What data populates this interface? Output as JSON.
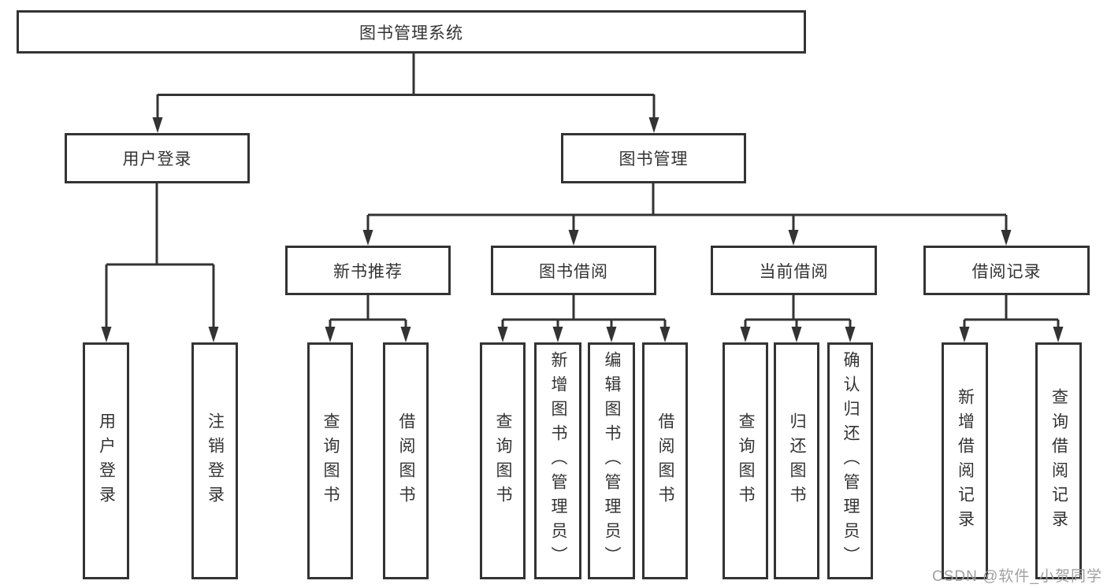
{
  "diagram": {
    "root": {
      "label": "图书管理系统"
    },
    "branches": {
      "user_login": {
        "label": "用户登录",
        "children": [
          "用户登录",
          "注销登录"
        ]
      },
      "book_management": {
        "label": "图书管理",
        "sections": {
          "new_books": {
            "label": "新书推荐",
            "children": [
              "查询图书",
              "借阅图书"
            ]
          },
          "book_borrowing": {
            "label": "图书借阅",
            "children": [
              "查询图书",
              "新增图书（管理员）",
              "编辑图书（管理员）",
              "借阅图书"
            ]
          },
          "current_borrowing": {
            "label": "当前借阅",
            "children": [
              "查询图书",
              "归还图书",
              "确认归还（管理员）"
            ]
          },
          "borrowing_records": {
            "label": "借阅记录",
            "children": [
              "新增借阅记录",
              "查询借阅记录"
            ]
          }
        }
      }
    }
  },
  "watermark": {
    "text": "CSDN @软件_小贺同学"
  },
  "colors": {
    "line": "#333333",
    "text": "#333333",
    "background": "#ffffff",
    "watermark": "#a0a0a0"
  }
}
